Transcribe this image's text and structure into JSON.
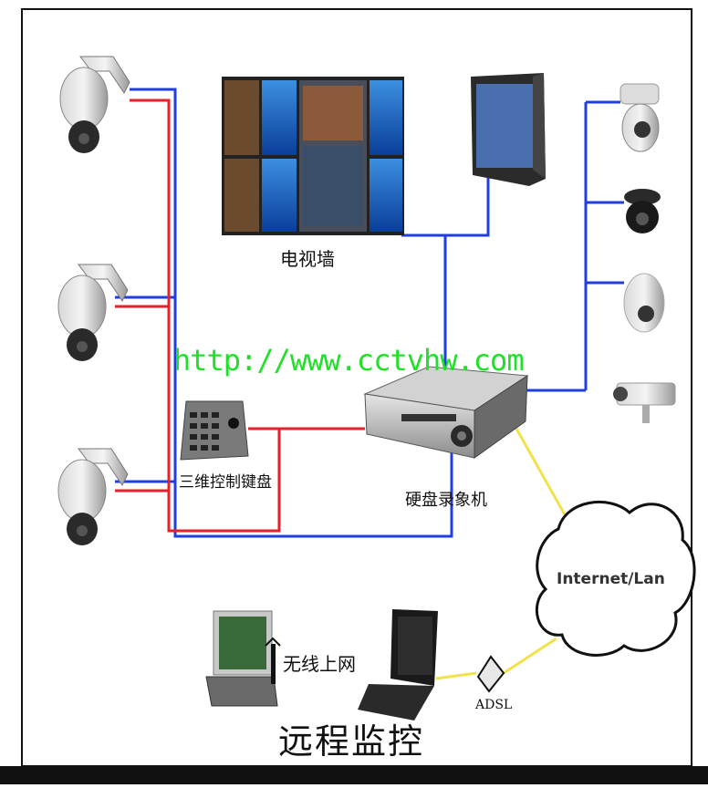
{
  "diagram": {
    "labels": {
      "tv_wall": "电视墙",
      "keyboard": "三维控制键盘",
      "dvr": "硬盘录象机",
      "wireless": "无线上网",
      "adsl": "ADSL",
      "remote": "远程监控",
      "internet": "Internet/Lan"
    },
    "watermark": "http://www.cctvhw.com"
  },
  "colors": {
    "cable_blue": "#1f3fe6",
    "cable_red": "#e8202a",
    "cable_yellow": "#f2e24a",
    "watermark": "#22e02a",
    "frame": "#111111"
  },
  "icons": [
    "ptz-dome-camera-icon",
    "tv-wall-icon",
    "crt-monitor-icon",
    "dome-camera-icon",
    "bullet-camera-icon",
    "control-keyboard-icon",
    "dvr-icon",
    "cloud-icon",
    "laptop-icon",
    "antenna-icon",
    "adsl-modem-icon"
  ]
}
